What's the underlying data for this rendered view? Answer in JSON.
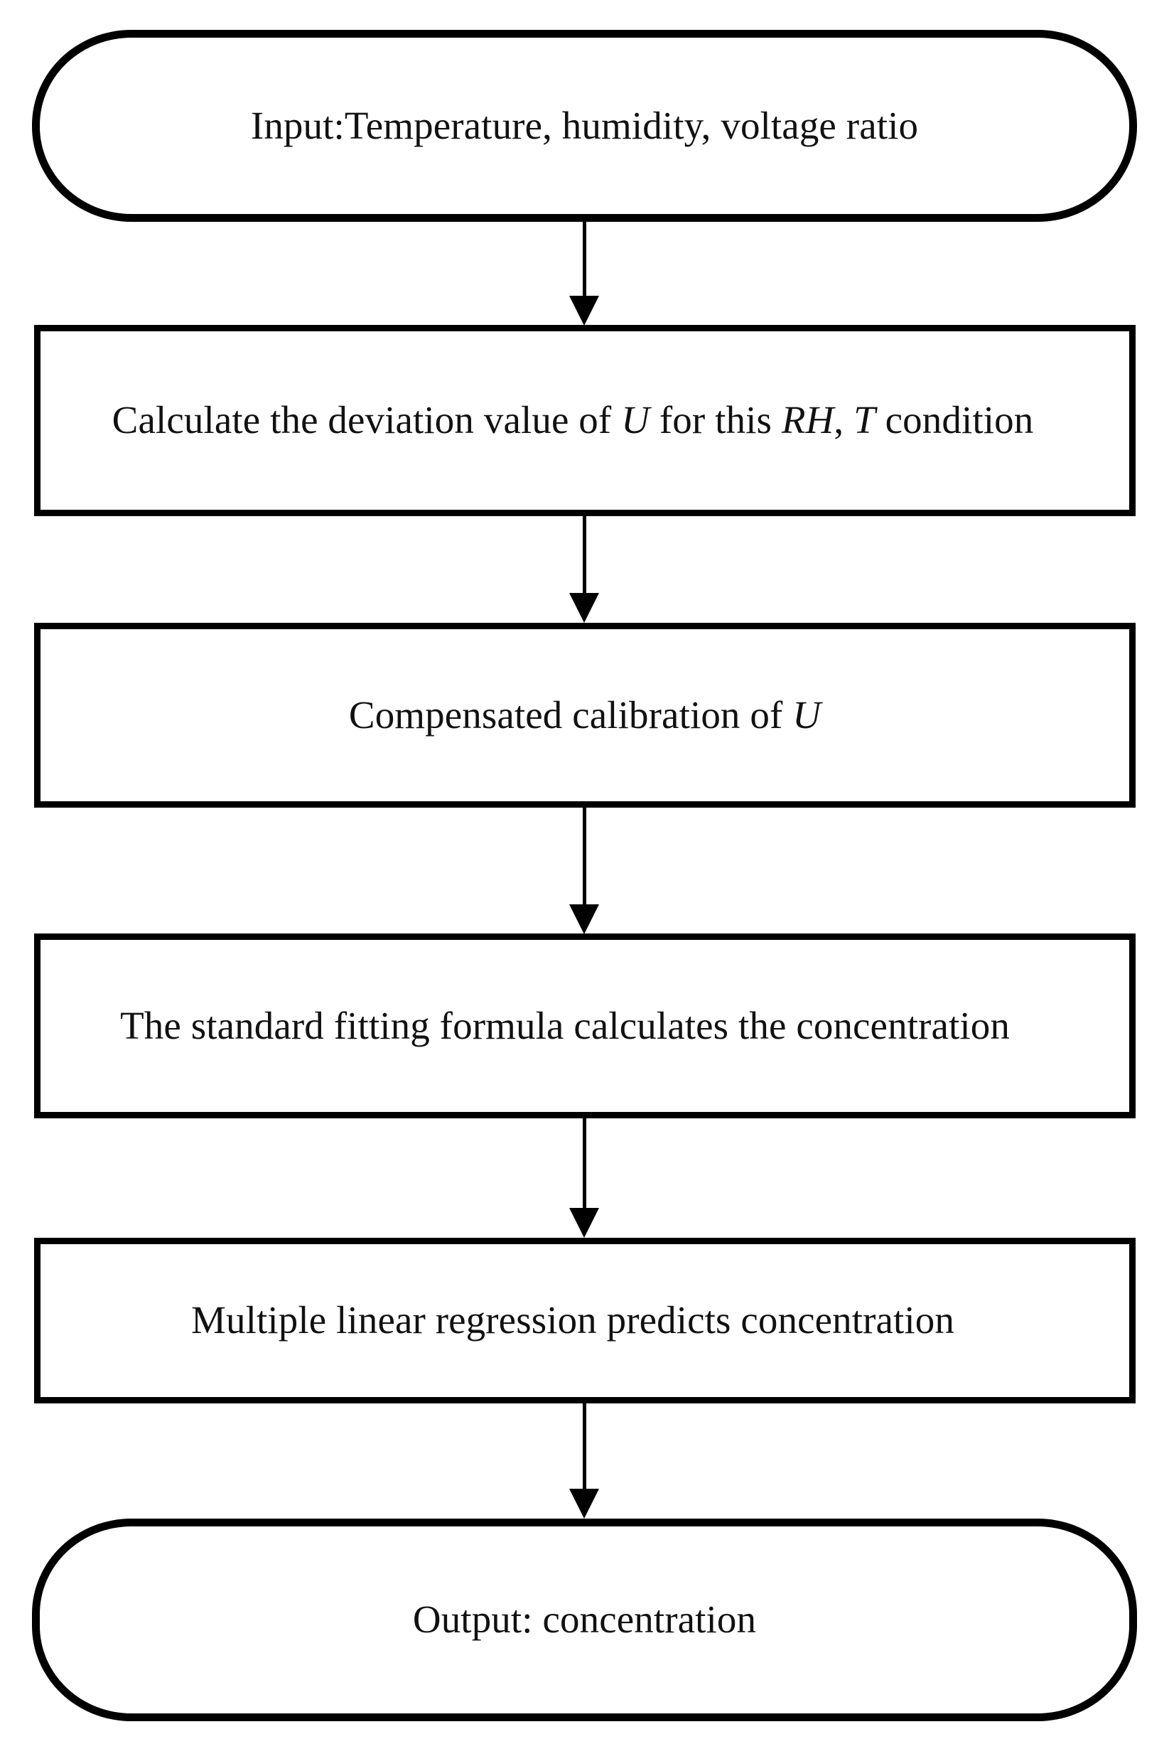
{
  "diagram": {
    "title": "Concentration prediction flowchart",
    "orientation": "top-to-bottom",
    "background_color": "#ffffff",
    "stroke_color": "#000000",
    "nodes": [
      {
        "id": "input",
        "shape": "terminator",
        "text": "Input:Temperature, humidity, voltage ratio",
        "text_parts": [
          {
            "text": "Input:Temperature, humidity, voltage ratio",
            "italic": false
          }
        ]
      },
      {
        "id": "deviation",
        "shape": "process",
        "text": "Calculate the deviation value of U for this RH, T condition",
        "text_parts": [
          {
            "text": "Calculate the deviation value of ",
            "italic": false
          },
          {
            "text": "U",
            "italic": true
          },
          {
            "text": " for this ",
            "italic": false
          },
          {
            "text": "RH",
            "italic": true
          },
          {
            "text": ", ",
            "italic": false
          },
          {
            "text": "T",
            "italic": true
          },
          {
            "text": " condition",
            "italic": false
          }
        ]
      },
      {
        "id": "calibration",
        "shape": "process",
        "text": "Compensated calibration of U",
        "text_parts": [
          {
            "text": "Compensated calibration of ",
            "italic": false
          },
          {
            "text": "U",
            "italic": true
          }
        ]
      },
      {
        "id": "fitting",
        "shape": "process",
        "text": "The standard fitting formula calculates the concentration",
        "text_parts": [
          {
            "text": "The standard fitting formula calculates the concentration",
            "italic": false
          }
        ]
      },
      {
        "id": "regression",
        "shape": "process",
        "text": "Multiple linear regression predicts concentration",
        "text_parts": [
          {
            "text": "Multiple linear regression predicts concentration",
            "italic": false
          }
        ]
      },
      {
        "id": "output",
        "shape": "terminator",
        "text": "Output: concentration",
        "text_parts": [
          {
            "text": "Output: concentration",
            "italic": false
          }
        ]
      }
    ],
    "edges": [
      {
        "from": "input",
        "to": "deviation",
        "arrow": "down"
      },
      {
        "from": "deviation",
        "to": "calibration",
        "arrow": "down"
      },
      {
        "from": "calibration",
        "to": "fitting",
        "arrow": "down"
      },
      {
        "from": "fitting",
        "to": "regression",
        "arrow": "down"
      },
      {
        "from": "regression",
        "to": "output",
        "arrow": "down"
      }
    ]
  }
}
